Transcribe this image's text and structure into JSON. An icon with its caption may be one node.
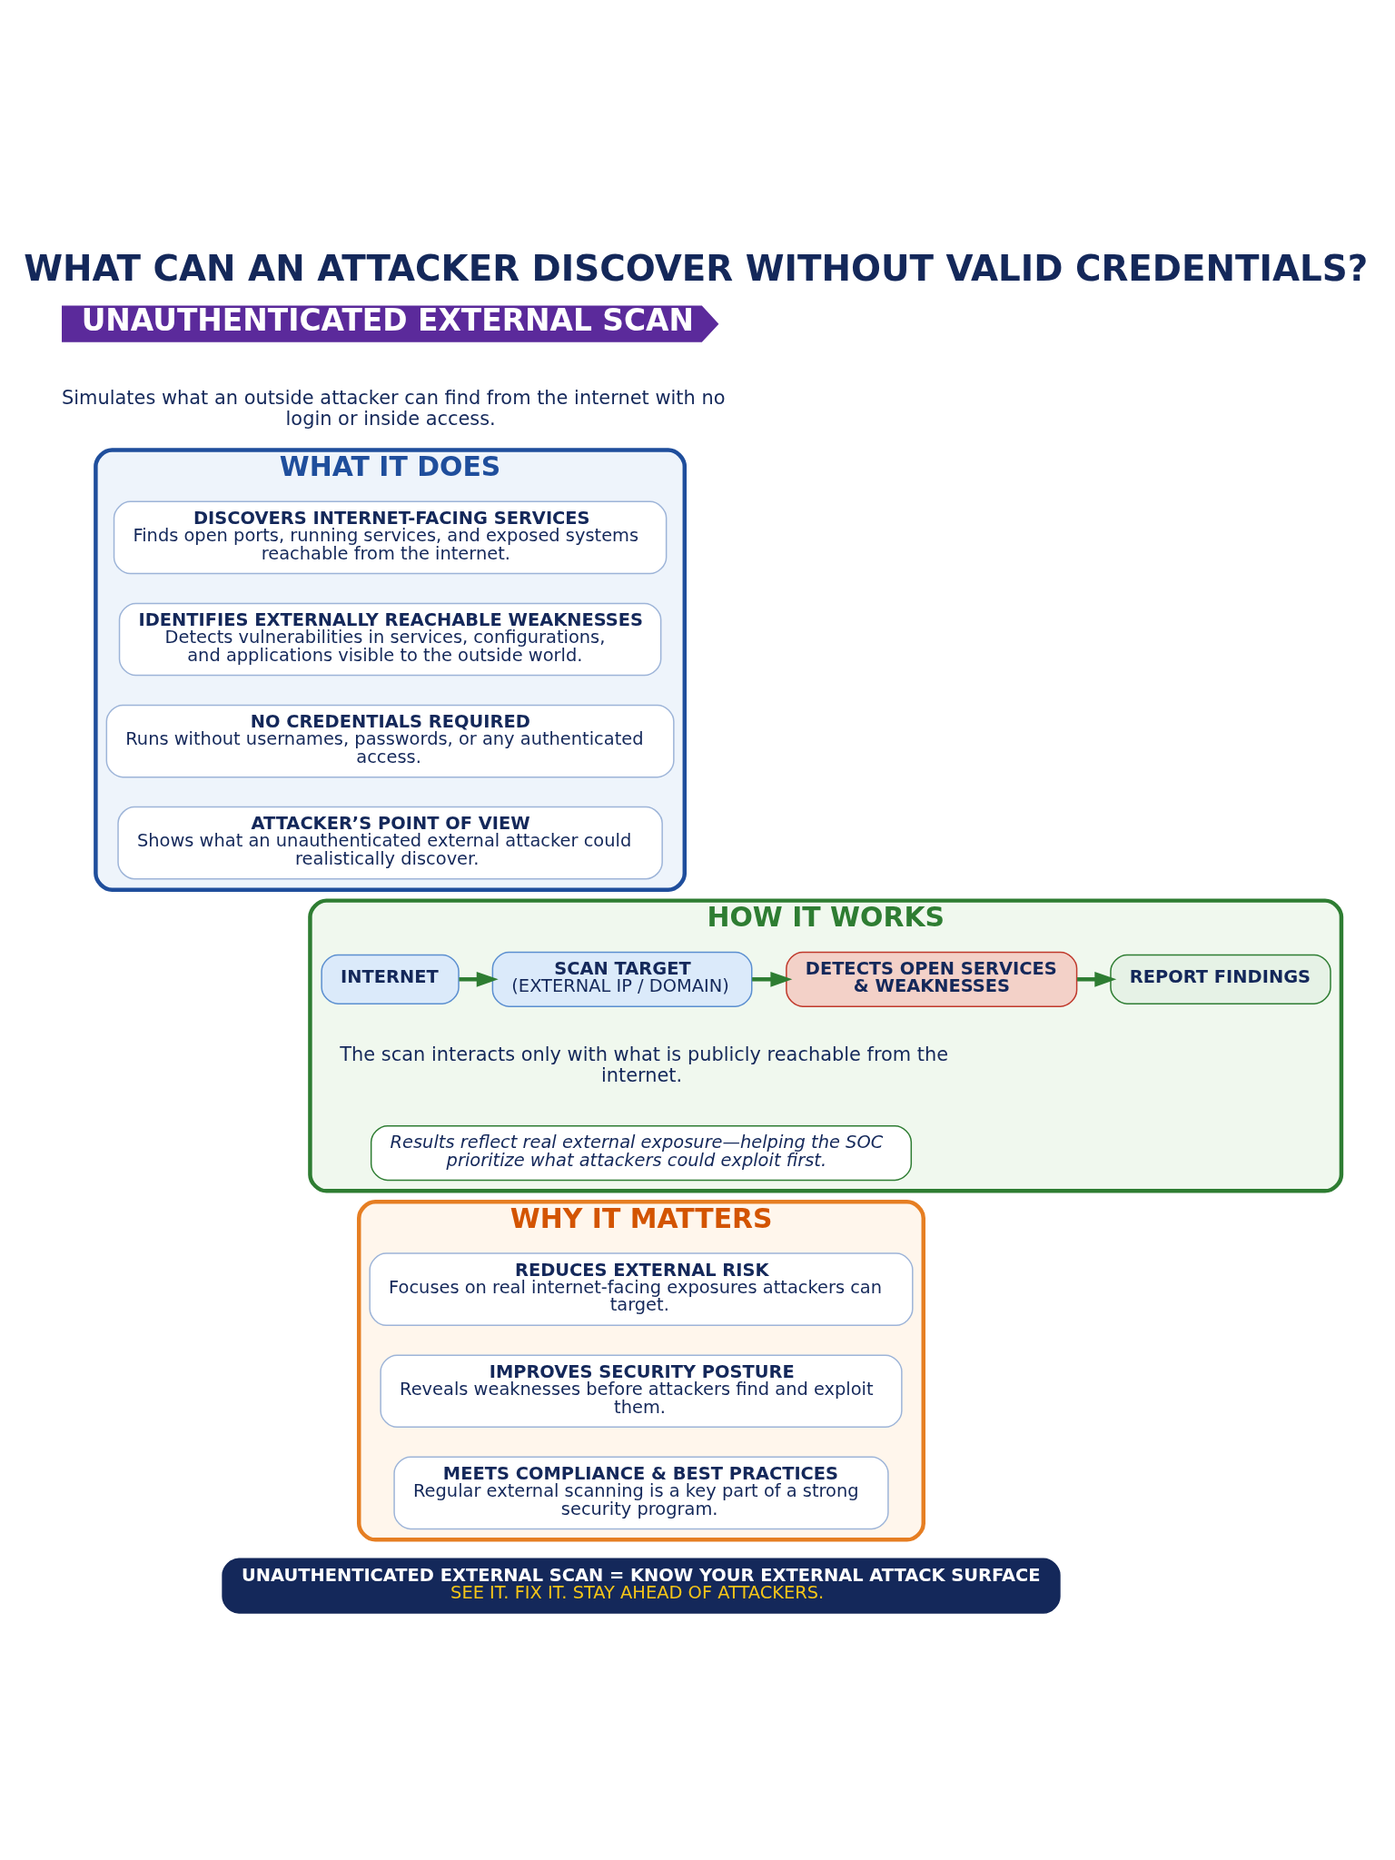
{
  "diagram": {
    "title": "WHAT CAN AN ATTACKER DISCOVER WITHOUT VALID CREDENTIALS?",
    "nodes": [
      {
        "text": [
          "UNAUTHENTICATED EXTERNAL SCAN"
        ]
      },
      {
        "text": [
          "WHAT IT DOES"
        ]
      },
      {
        "text": [
          "DISCOVERS INTERNET-FACING SERVICES",
          "Finds open ports, running services, and exposed systems reachable from the internet."
        ],
        "in": 1
      },
      {
        "text": [
          "IDENTIFIES EXTERNALLY REACHABLE WEAKNESSES",
          "Detects vulnerabilities in services, configurations, and applications visible to the outside world."
        ],
        "in": 1
      },
      {
        "text": [
          "NO CREDENTIALS REQUIRED",
          "Runs without usernames, passwords, or any authenticated access."
        ],
        "in": 1
      },
      {
        "text": [
          "ATTACKER’S POINT OF VIEW",
          "Shows what an unauthenticated external attacker could realistically discover."
        ],
        "in": 1
      },
      {
        "text": [
          "HOW IT WORKS"
        ]
      },
      {
        "text": [
          "INTERNET"
        ],
        "in": 6
      },
      {
        "text": [
          "SCAN TARGET",
          "(EXTERNAL IP / DOMAIN)"
        ],
        "in": 6
      },
      {
        "text": [
          "DETECTS OPEN SERVICES & WEAKNESSES"
        ],
        "in": 6
      },
      {
        "text": [
          "REPORT FINDINGS"
        ],
        "in": 6
      },
      {
        "text": [
          "Results reflect real external exposure—helping the SOC prioritize what attackers could exploit first."
        ],
        "in": 6
      },
      {
        "text": [
          "WHY IT MATTERS"
        ]
      },
      {
        "text": [
          "REDUCES EXTERNAL RISK",
          "Focuses on real internet-facing exposures attackers can target."
        ],
        "in": 12
      },
      {
        "text": [
          "IMPROVES SECURITY POSTURE",
          "Reveals weaknesses before attackers find and exploit them."
        ],
        "in": 12
      },
      {
        "text": [
          "MEETS COMPLIANCE & BEST PRACTICES",
          "Regular external scanning is a key part of a strong security program."
        ],
        "in": 12
      },
      {
        "text": [
          "UNAUTHENTICATED EXTERNAL SCAN = KNOW YOUR EXTERNAL ATTACK SURFACE",
          "SEE IT. FIX IT. STAY AHEAD OF ATTACKERS."
        ]
      }
    ],
    "edges": [
      {
        "from": 7,
        "to": 8,
        "arrow": "to"
      },
      {
        "from": 8,
        "to": 9,
        "arrow": "to"
      },
      {
        "from": 9,
        "to": 10,
        "arrow": "to"
      }
    ],
    "labels": [
      "Simulates what an outside attacker can find from the internet with no login or inside access.",
      "The scan interacts only with what is publicly reachable from the internet."
    ]
  }
}
